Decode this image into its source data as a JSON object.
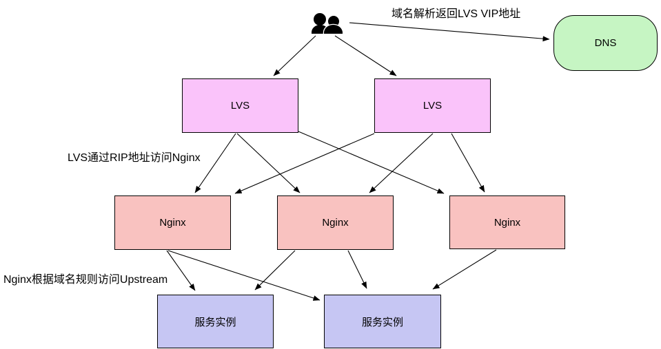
{
  "diagram": {
    "title": "LVS + Nginx load-balancing architecture",
    "nodes": {
      "dns": {
        "label": "DNS",
        "fill": "#c6f5c3"
      },
      "lvs1": {
        "label": "LVS",
        "fill": "#fac3fa"
      },
      "lvs2": {
        "label": "LVS",
        "fill": "#fac3fa"
      },
      "nginx1": {
        "label": "Nginx",
        "fill": "#f9c2c0"
      },
      "nginx2": {
        "label": "Nginx",
        "fill": "#f9c2c0"
      },
      "nginx3": {
        "label": "Nginx",
        "fill": "#f9c2c0"
      },
      "service1": {
        "label": "服务实例",
        "fill": "#c6c6f3"
      },
      "service2": {
        "label": "服务实例",
        "fill": "#c6c6f3"
      }
    },
    "annotations": {
      "dns_note": "域名解析返回LVS VIP地址",
      "rip_note": "LVS通过RIP地址访问Nginx",
      "upstream_note": "Nginx根据域名规则访问Upstream"
    },
    "icons": {
      "users": "users-icon"
    },
    "edges": [
      {
        "from": "users",
        "to": "lvs1"
      },
      {
        "from": "users",
        "to": "lvs2"
      },
      {
        "from": "users",
        "to": "dns"
      },
      {
        "from": "lvs1",
        "to": "nginx1"
      },
      {
        "from": "lvs1",
        "to": "nginx2"
      },
      {
        "from": "lvs1",
        "to": "nginx3"
      },
      {
        "from": "lvs2",
        "to": "nginx1"
      },
      {
        "from": "lvs2",
        "to": "nginx2"
      },
      {
        "from": "lvs2",
        "to": "nginx3"
      },
      {
        "from": "nginx1",
        "to": "service1"
      },
      {
        "from": "nginx1",
        "to": "service2"
      },
      {
        "from": "nginx2",
        "to": "service1"
      },
      {
        "from": "nginx2",
        "to": "service2"
      },
      {
        "from": "nginx3",
        "to": "service2"
      }
    ],
    "colors": {
      "background": "#ffffff",
      "line": "#000000",
      "border": "#000000",
      "icon": "#000000",
      "text": "#000000"
    }
  }
}
